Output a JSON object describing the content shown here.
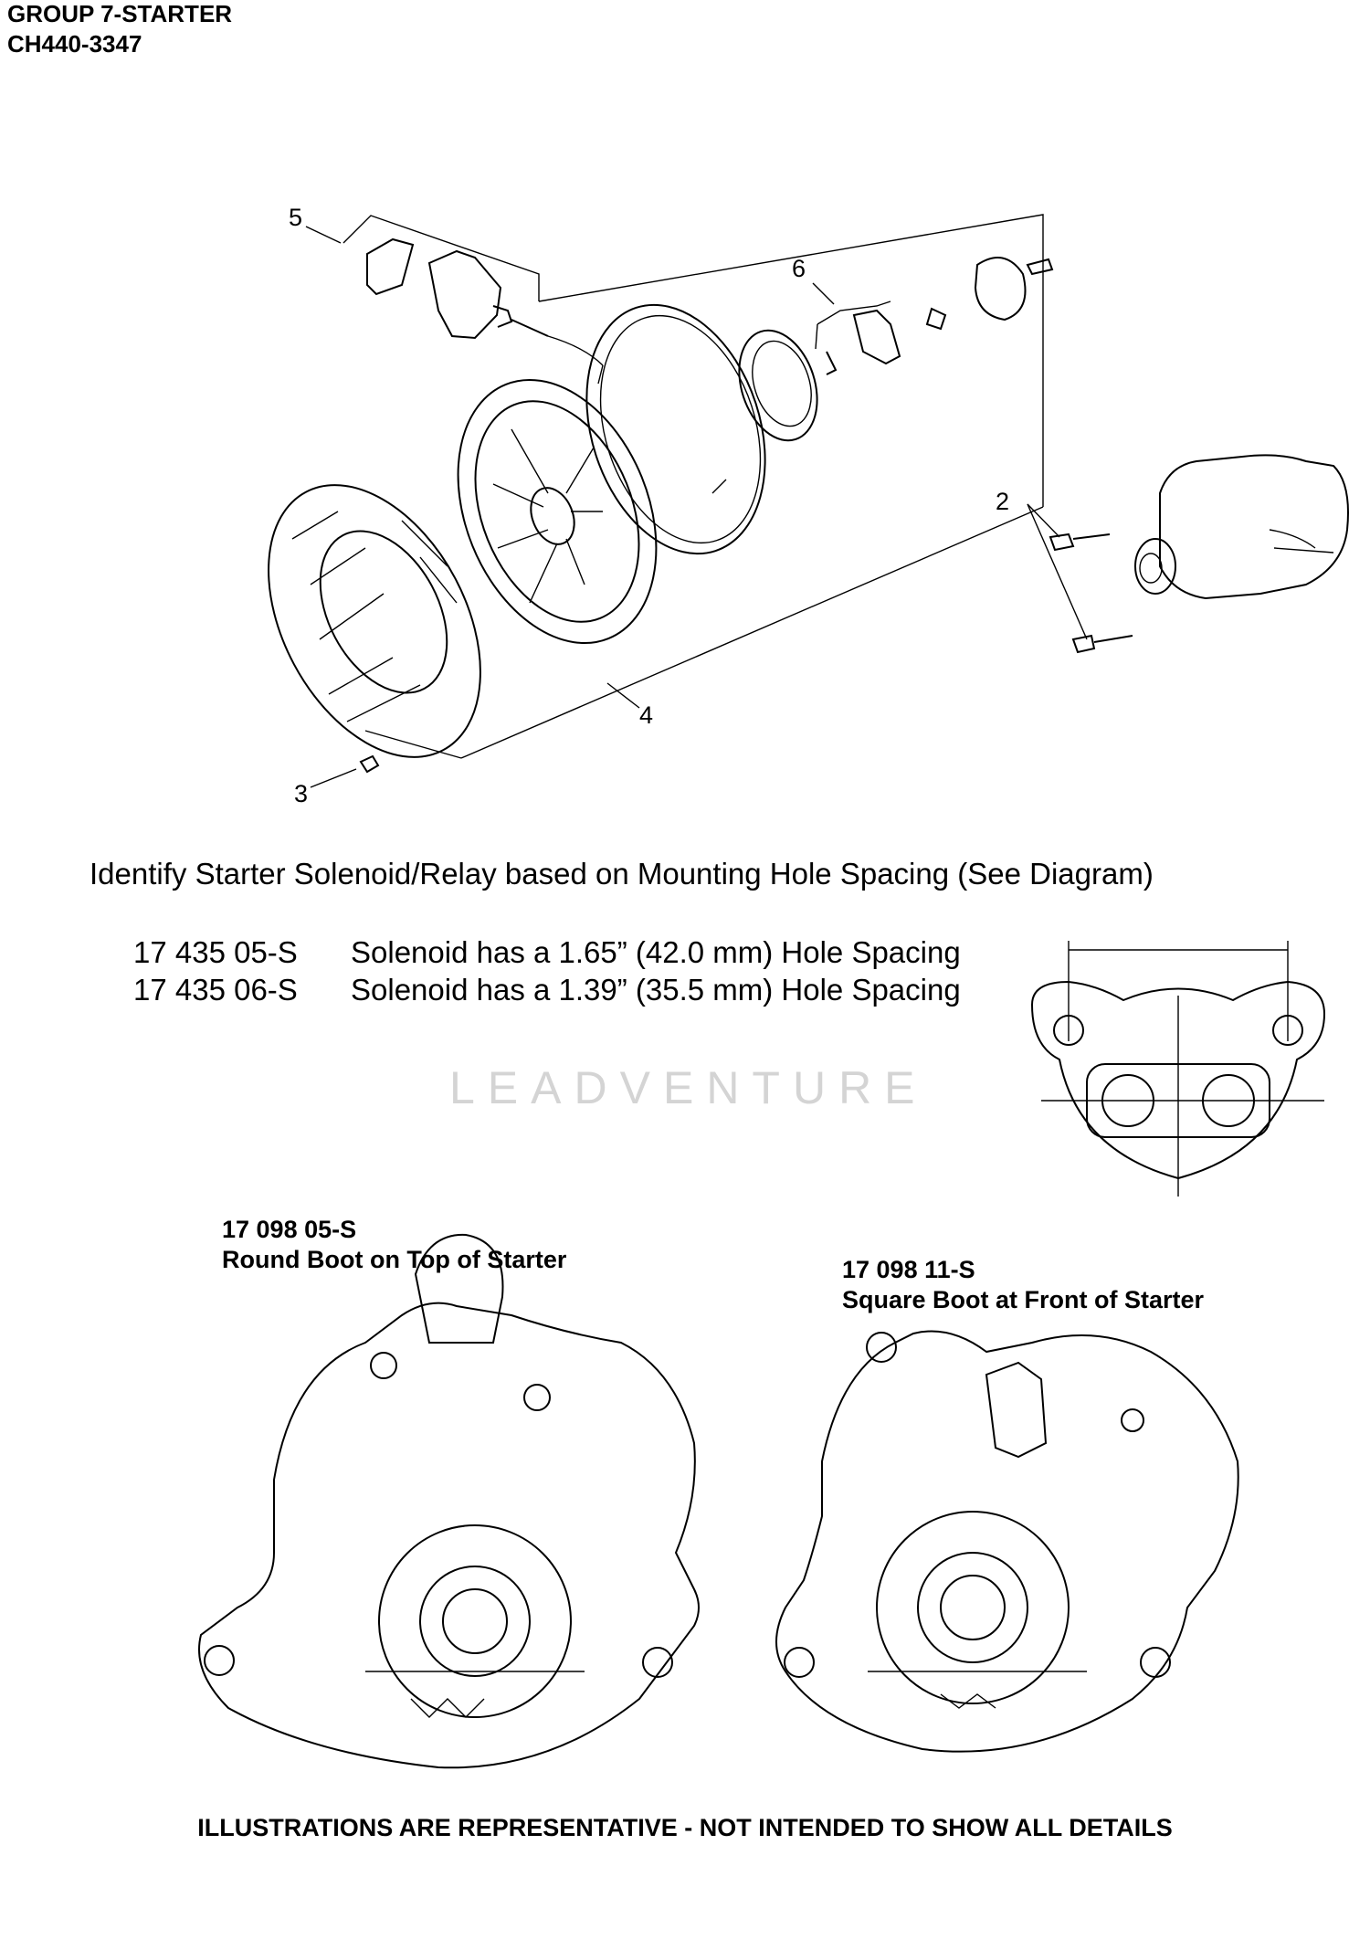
{
  "header": {
    "group": "GROUP 7-STARTER",
    "model": "CH440-3347"
  },
  "callouts": {
    "c2": "2",
    "c3": "3",
    "c4": "4",
    "c5": "5",
    "c6": "6"
  },
  "solenoid": {
    "instruction": "Identify Starter Solenoid/Relay based on Mounting Hole Spacing (See Diagram)",
    "rows": [
      {
        "code": "17 435 05-S",
        "description": "Solenoid has a 1.65” (42.0 mm) Hole Spacing"
      },
      {
        "code": "17 435 06-S",
        "description": "Solenoid has a 1.39” (35.5 mm) Hole Spacing"
      }
    ]
  },
  "watermark": "LEADVENTURE",
  "boots": {
    "round": {
      "code": "17 098 05-S",
      "label": "Round Boot on Top of Starter"
    },
    "square": {
      "code": "17 098 11-S",
      "label": "Square Boot at Front of Starter"
    }
  },
  "footer": "ILLUSTRATIONS ARE REPRESENTATIVE - NOT INTENDED TO SHOW ALL DETAILS"
}
